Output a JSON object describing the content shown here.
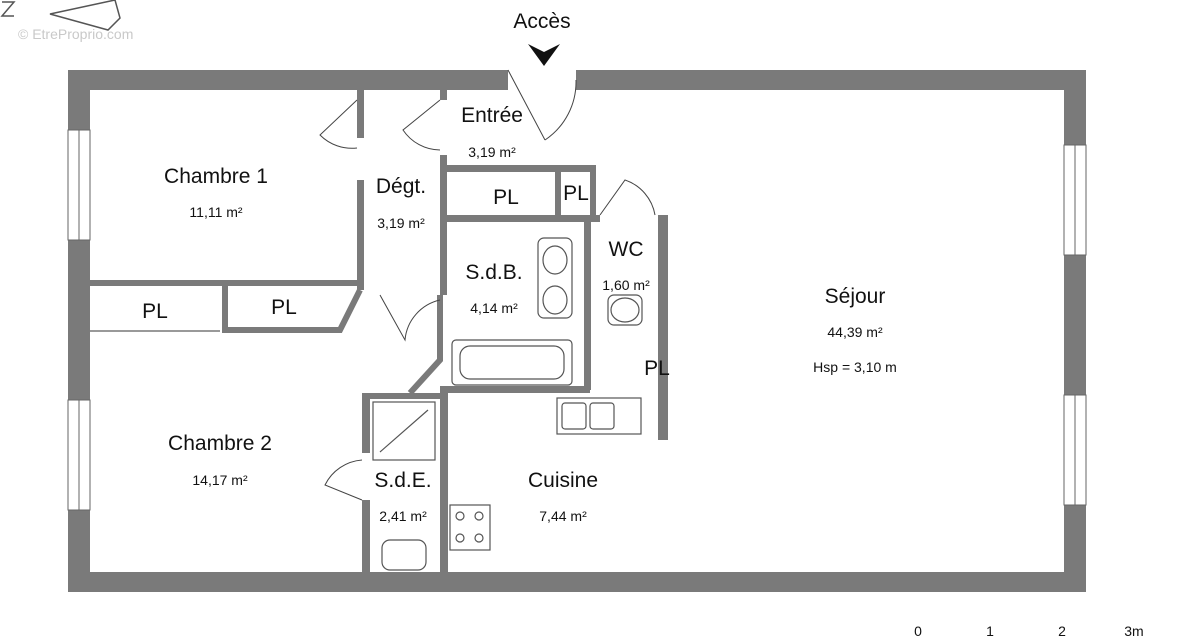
{
  "watermark": "© EtreProprio.com",
  "access_label": "Accès",
  "rooms": {
    "chambre1": {
      "name": "Chambre 1",
      "area": "11,11 m²"
    },
    "chambre2": {
      "name": "Chambre 2",
      "area": "14,17 m²"
    },
    "degt": {
      "name": "Dégt.",
      "area": "3,19 m²"
    },
    "entree": {
      "name": "Entrée",
      "area": "3,19 m²"
    },
    "sdb": {
      "name": "S.d.B.",
      "area": "4,14 m²"
    },
    "wc": {
      "name": "WC",
      "area": "1,60 m²"
    },
    "sejour": {
      "name": "Séjour",
      "area": "44,39 m²",
      "height": "Hsp = 3,10 m"
    },
    "sde": {
      "name": "S.d.E.",
      "area": "2,41 m²"
    },
    "cuisine": {
      "name": "Cuisine",
      "area": "7,44 m²"
    }
  },
  "closets": {
    "pl_chambre2": "PL",
    "pl_chambre1": "PL",
    "pl_entree": "PL",
    "pl_entree_small": "PL",
    "pl_wc": "PL"
  },
  "scale": {
    "ticks": [
      "0",
      "1",
      "2",
      "3m"
    ]
  },
  "colors": {
    "wall": "#7a7a7a",
    "line": "#444444"
  }
}
